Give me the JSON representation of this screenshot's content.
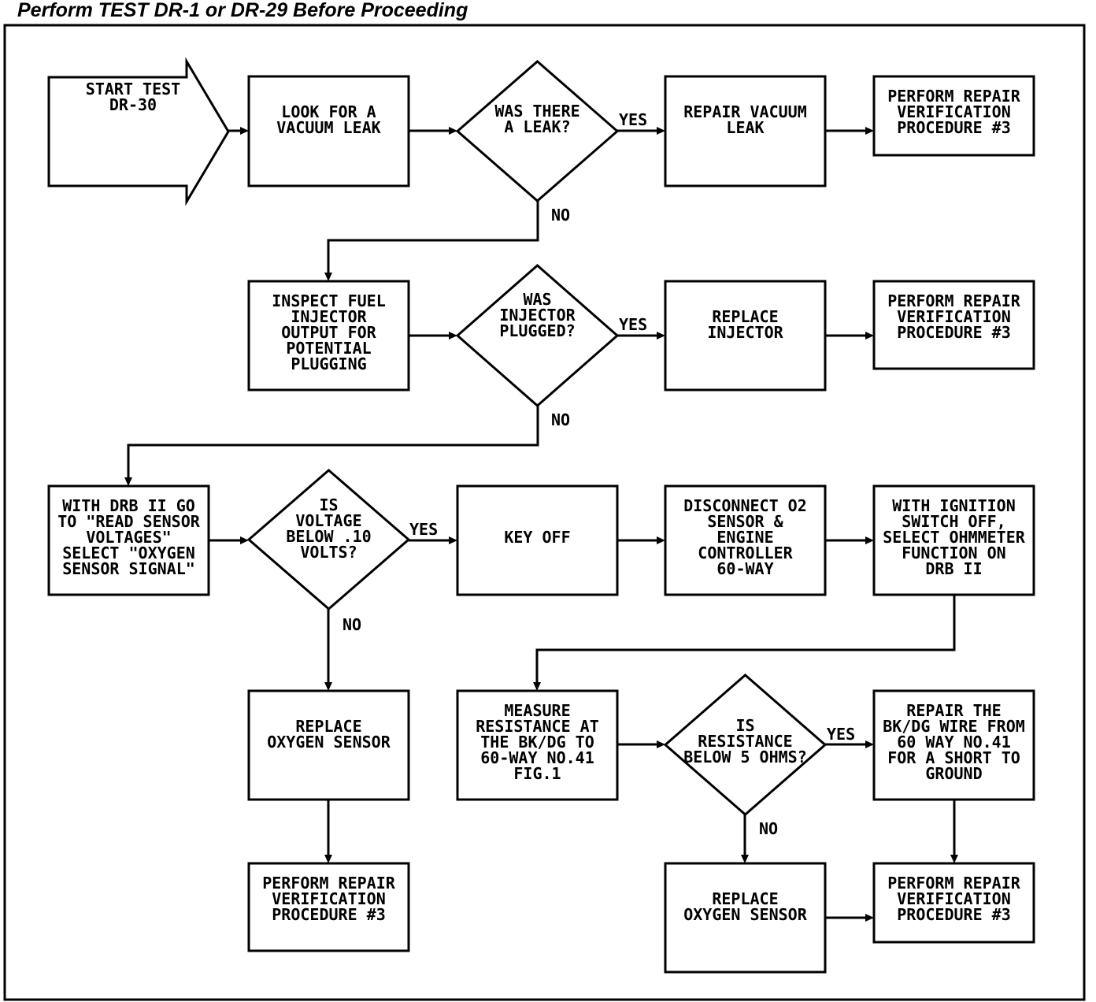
{
  "heading": "Perform TEST DR-1 or DR-29 Before Proceeding",
  "nodes": [
    {
      "id": "start",
      "kind": "arrow",
      "lines": [
        "START TEST",
        "DR-30"
      ]
    },
    {
      "id": "look-leak",
      "kind": "box",
      "lines": [
        "LOOK FOR A",
        "VACUUM LEAK"
      ]
    },
    {
      "id": "was-leak",
      "kind": "decision",
      "lines": [
        "WAS THERE",
        "A LEAK?"
      ]
    },
    {
      "id": "repair-vacuum",
      "kind": "box",
      "lines": [
        "REPAIR VACUUM",
        "LEAK"
      ]
    },
    {
      "id": "perform-1",
      "kind": "box",
      "lines": [
        "PERFORM REPAIR",
        "VERIFICATION",
        "PROCEDURE #3"
      ]
    },
    {
      "id": "inspect-fuel",
      "kind": "box",
      "lines": [
        "INSPECT FUEL",
        "INJECTOR",
        "OUTPUT FOR",
        "POTENTIAL",
        "PLUGGING"
      ]
    },
    {
      "id": "was-plugged",
      "kind": "decision",
      "lines": [
        "WAS",
        "INJECTOR",
        "PLUGGED?"
      ]
    },
    {
      "id": "replace-injector",
      "kind": "box",
      "lines": [
        "REPLACE",
        "INJECTOR"
      ]
    },
    {
      "id": "perform-2",
      "kind": "box",
      "lines": [
        "PERFORM REPAIR",
        "VERIFICATION",
        "PROCEDURE #3"
      ]
    },
    {
      "id": "drb-read",
      "kind": "box",
      "lines": [
        "WITH DRB II GO",
        "TO \"READ SENSOR",
        "VOLTAGES\"",
        "SELECT \"OXYGEN",
        "SENSOR SIGNAL\""
      ]
    },
    {
      "id": "voltage-below",
      "kind": "decision",
      "lines": [
        "IS",
        "VOLTAGE",
        "BELOW .10",
        "VOLTS?"
      ]
    },
    {
      "id": "key-off",
      "kind": "box",
      "lines": [
        "KEY OFF"
      ]
    },
    {
      "id": "disconnect",
      "kind": "box",
      "lines": [
        "DISCONNECT O2",
        "SENSOR &",
        "ENGINE",
        "CONTROLLER",
        "60-WAY"
      ]
    },
    {
      "id": "ohmmeter",
      "kind": "box",
      "lines": [
        "WITH IGNITION",
        "SWITCH OFF,",
        "SELECT OHMMETER",
        "FUNCTION ON",
        "DRB II"
      ]
    },
    {
      "id": "replace-o2-a",
      "kind": "box",
      "lines": [
        "REPLACE",
        "OXYGEN SENSOR"
      ]
    },
    {
      "id": "measure",
      "kind": "box",
      "lines": [
        "MEASURE",
        "RESISTANCE AT",
        "THE BK/DG TO",
        "60-WAY NO.41",
        "FIG.1"
      ]
    },
    {
      "id": "resistance-below",
      "kind": "decision",
      "lines": [
        "IS",
        "RESISTANCE",
        "BELOW 5 OHMS?"
      ]
    },
    {
      "id": "repair-wire",
      "kind": "box",
      "lines": [
        "REPAIR THE",
        "BK/DG WIRE FROM",
        "60 WAY NO.41",
        "FOR A SHORT TO",
        "GROUND"
      ]
    },
    {
      "id": "perform-3",
      "kind": "box",
      "lines": [
        "PERFORM REPAIR",
        "VERIFICATION",
        "PROCEDURE #3"
      ]
    },
    {
      "id": "replace-o2-b",
      "kind": "box",
      "lines": [
        "REPLACE",
        "OXYGEN SENSOR"
      ]
    },
    {
      "id": "perform-4",
      "kind": "box",
      "lines": [
        "PERFORM REPAIR",
        "VERIFICATION",
        "PROCEDURE #3"
      ]
    }
  ],
  "edges": [
    {
      "from": "start",
      "to": "look-leak",
      "label": ""
    },
    {
      "from": "look-leak",
      "to": "was-leak",
      "label": ""
    },
    {
      "from": "was-leak",
      "to": "repair-vacuum",
      "label": "YES"
    },
    {
      "from": "repair-vacuum",
      "to": "perform-1",
      "label": ""
    },
    {
      "from": "was-leak",
      "to": "inspect-fuel",
      "label": "NO"
    },
    {
      "from": "inspect-fuel",
      "to": "was-plugged",
      "label": ""
    },
    {
      "from": "was-plugged",
      "to": "replace-injector",
      "label": "YES"
    },
    {
      "from": "replace-injector",
      "to": "perform-2",
      "label": ""
    },
    {
      "from": "was-plugged",
      "to": "drb-read",
      "label": "NO"
    },
    {
      "from": "drb-read",
      "to": "voltage-below",
      "label": ""
    },
    {
      "from": "voltage-below",
      "to": "key-off",
      "label": "YES"
    },
    {
      "from": "key-off",
      "to": "disconnect",
      "label": ""
    },
    {
      "from": "disconnect",
      "to": "ohmmeter",
      "label": ""
    },
    {
      "from": "voltage-below",
      "to": "replace-o2-a",
      "label": "NO"
    },
    {
      "from": "replace-o2-a",
      "to": "perform-3",
      "label": ""
    },
    {
      "from": "ohmmeter",
      "to": "measure",
      "label": ""
    },
    {
      "from": "measure",
      "to": "resistance-below",
      "label": ""
    },
    {
      "from": "resistance-below",
      "to": "repair-wire",
      "label": "YES"
    },
    {
      "from": "repair-wire",
      "to": "perform-4",
      "label": ""
    },
    {
      "from": "resistance-below",
      "to": "replace-o2-b",
      "label": "NO"
    },
    {
      "from": "replace-o2-b",
      "to": "perform-4",
      "label": ""
    }
  ]
}
